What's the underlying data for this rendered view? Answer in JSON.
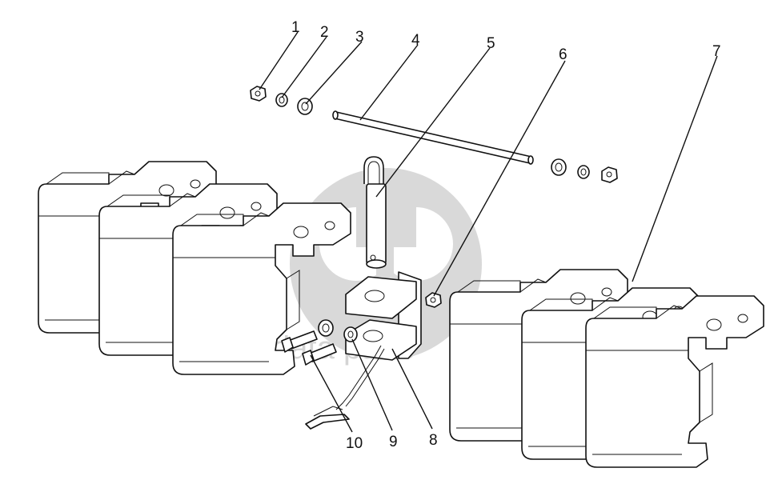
{
  "watermark": {
    "text": "data parts",
    "color": "#d4d4d4"
  },
  "callouts": [
    {
      "id": "1",
      "label": "1",
      "part": "nut"
    },
    {
      "id": "2",
      "label": "2",
      "part": "lock-washer"
    },
    {
      "id": "3",
      "label": "3",
      "part": "flat-washer"
    },
    {
      "id": "4",
      "label": "4",
      "part": "tie-rod"
    },
    {
      "id": "5",
      "label": "5",
      "part": "hitch-pin"
    },
    {
      "id": "6",
      "label": "6",
      "part": "nut"
    },
    {
      "id": "7",
      "label": "7",
      "part": "suitcase-weight"
    },
    {
      "id": "8",
      "label": "8",
      "part": "weight-bracket"
    },
    {
      "id": "9",
      "label": "9",
      "part": "washer"
    },
    {
      "id": "10",
      "label": "10",
      "part": "bolt"
    }
  ]
}
